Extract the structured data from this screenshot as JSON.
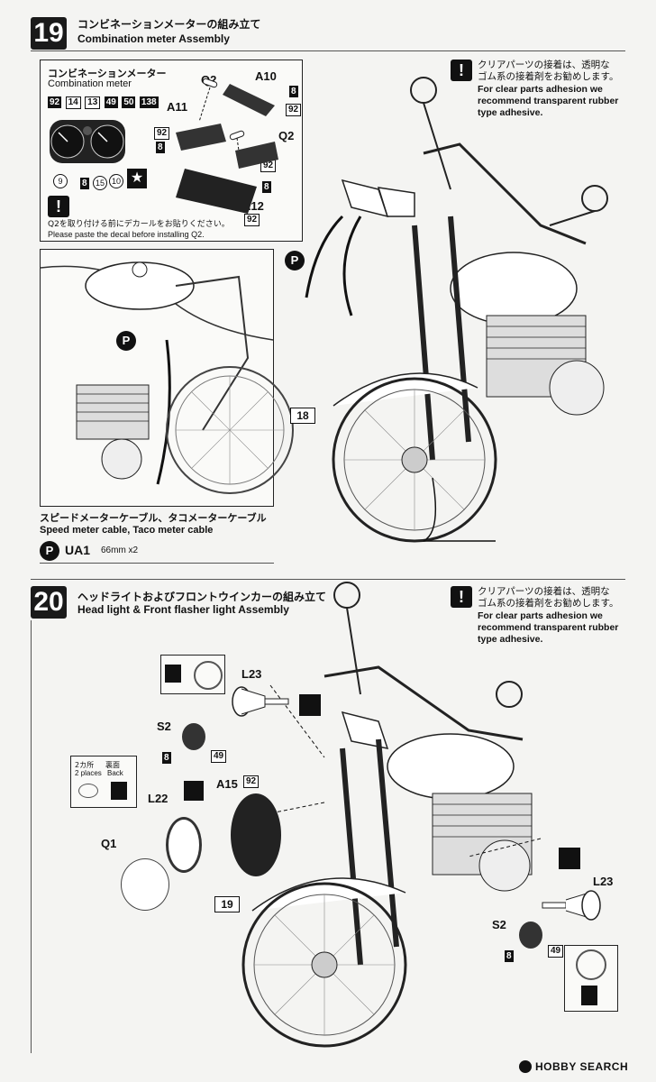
{
  "step19": {
    "number": "19",
    "title_ja": "コンビネーションメーターの組み立て",
    "title_en": "Combination meter Assembly",
    "note_ja_1": "クリアパーツの接着は、透明な",
    "note_ja_2": "ゴム系の接着剤をお勧めします。",
    "note_en_1": "For clear parts adhesion we",
    "note_en_2": "recommend transparent rubber",
    "note_en_3": "type adhesive.",
    "meter_box": {
      "title_ja": "コンビネーションメーター",
      "title_en": "Combination meter",
      "color_codes": [
        "92",
        "14",
        "13",
        "49",
        "50",
        "138"
      ],
      "color_codes_bottom": [
        "9",
        "8",
        "15",
        "10"
      ],
      "decal_note_ja": "Q2を取り付ける前にデカールをお貼りください。",
      "decal_note_en": "Please paste the decal before installing Q2."
    },
    "parts": {
      "q2a": "Q2",
      "a10": "A10",
      "a11": "A11",
      "q2b": "Q2",
      "a12": "A12"
    },
    "part_colors": {
      "a10_1": "8",
      "a10_2": "92",
      "a11_1": "92",
      "a11_2": "8",
      "q2b_1": "92",
      "q2b_2": "8",
      "a12": "92"
    },
    "p_mark": "P",
    "step_ref": "18",
    "cable_ja": "スピードメーターケーブル、タコメーターケーブル",
    "cable_en": "Speed meter cable, Taco meter cable",
    "cable_part": "UA1",
    "cable_size": "66mm x2"
  },
  "step20": {
    "number": "20",
    "title_ja": "ヘッドライトおよびフロントウインカーの組み立て",
    "title_en": "Head light & Front flasher light Assembly",
    "note_ja_1": "クリアパーツの接着は、透明な",
    "note_ja_2": "ゴム系の接着剤をお勧めします。",
    "note_en_1": "For clear parts adhesion we",
    "note_en_2": "recommend transparent rubber",
    "note_en_3": "type adhesive.",
    "parts": {
      "l23a": "L23",
      "s2a": "S2",
      "a15": "A15",
      "l22": "L22",
      "q1": "Q1",
      "l23b": "L23",
      "s2b": "S2"
    },
    "colors": {
      "s2a_1": "8",
      "s2a_2": "49",
      "a15": "92",
      "s2b_1": "8",
      "s2b_2": "49"
    },
    "places_ja": "2カ所",
    "places_en": "2 places",
    "back_ja": "裏面",
    "back_en": "Back",
    "step_ref": "19"
  },
  "watermark": "HOBBY SEARCH"
}
